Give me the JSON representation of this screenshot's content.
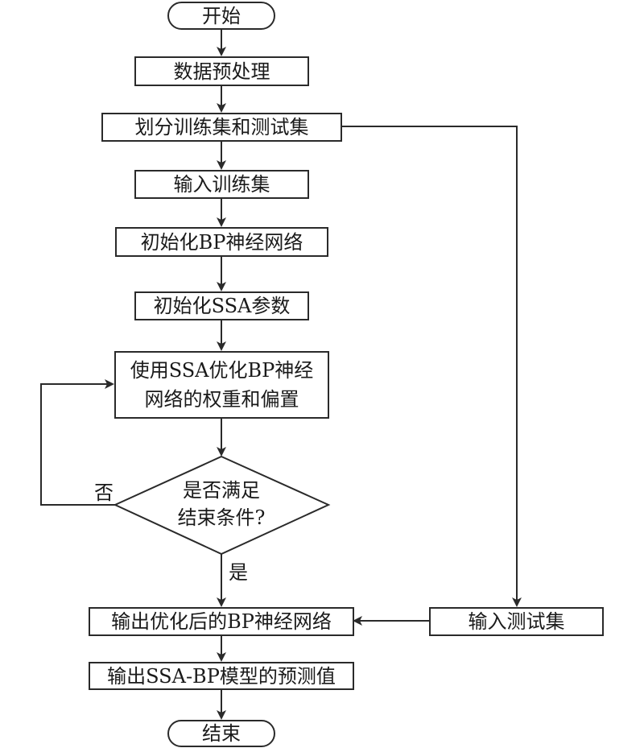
{
  "nodes": {
    "start": "开始",
    "preprocess": "数据预处理",
    "split": "划分训练集和测试集",
    "input_train": "输入训练集",
    "init_bp": "初始化BP神经网络",
    "init_ssa": "初始化SSA参数",
    "optimize_line1": "使用SSA优化BP神经",
    "optimize_line2": "网络的权重和偏置",
    "decision_line1": "是否满足",
    "decision_line2": "结束条件?",
    "output_bp": "输出优化后的BP神经网络",
    "input_test": "输入测试集",
    "output_pred": "输出SSA-BP模型的预测值",
    "end": "结束"
  },
  "edge_labels": {
    "no": "否",
    "yes": "是"
  },
  "colors": {
    "line": "#2a2a2a",
    "background": "#ffffff"
  }
}
